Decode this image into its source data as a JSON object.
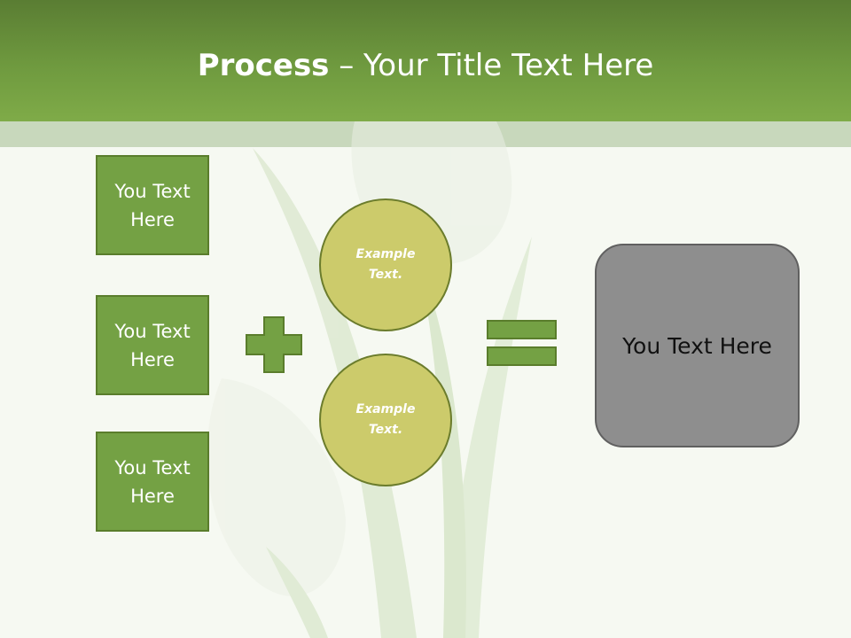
{
  "title": {
    "strong": "Process",
    "rest": " – Your Title Text Here"
  },
  "inputs": [
    "You Text Here",
    "You Text Here",
    "You Text Here"
  ],
  "examples": [
    "Example Text.",
    "Example Text."
  ],
  "operators": {
    "plus": "plus-icon",
    "equals": "equals-icon"
  },
  "result": "You Text Here",
  "colors": {
    "header": "#6f9a3f",
    "band": "#c8d8bc",
    "box_fill": "#74a144",
    "box_border": "#5a7d2c",
    "circle_fill": "#cccb6b",
    "circle_border": "#6b7c2c",
    "result_fill": "#8e8e8e",
    "result_border": "#606060"
  }
}
